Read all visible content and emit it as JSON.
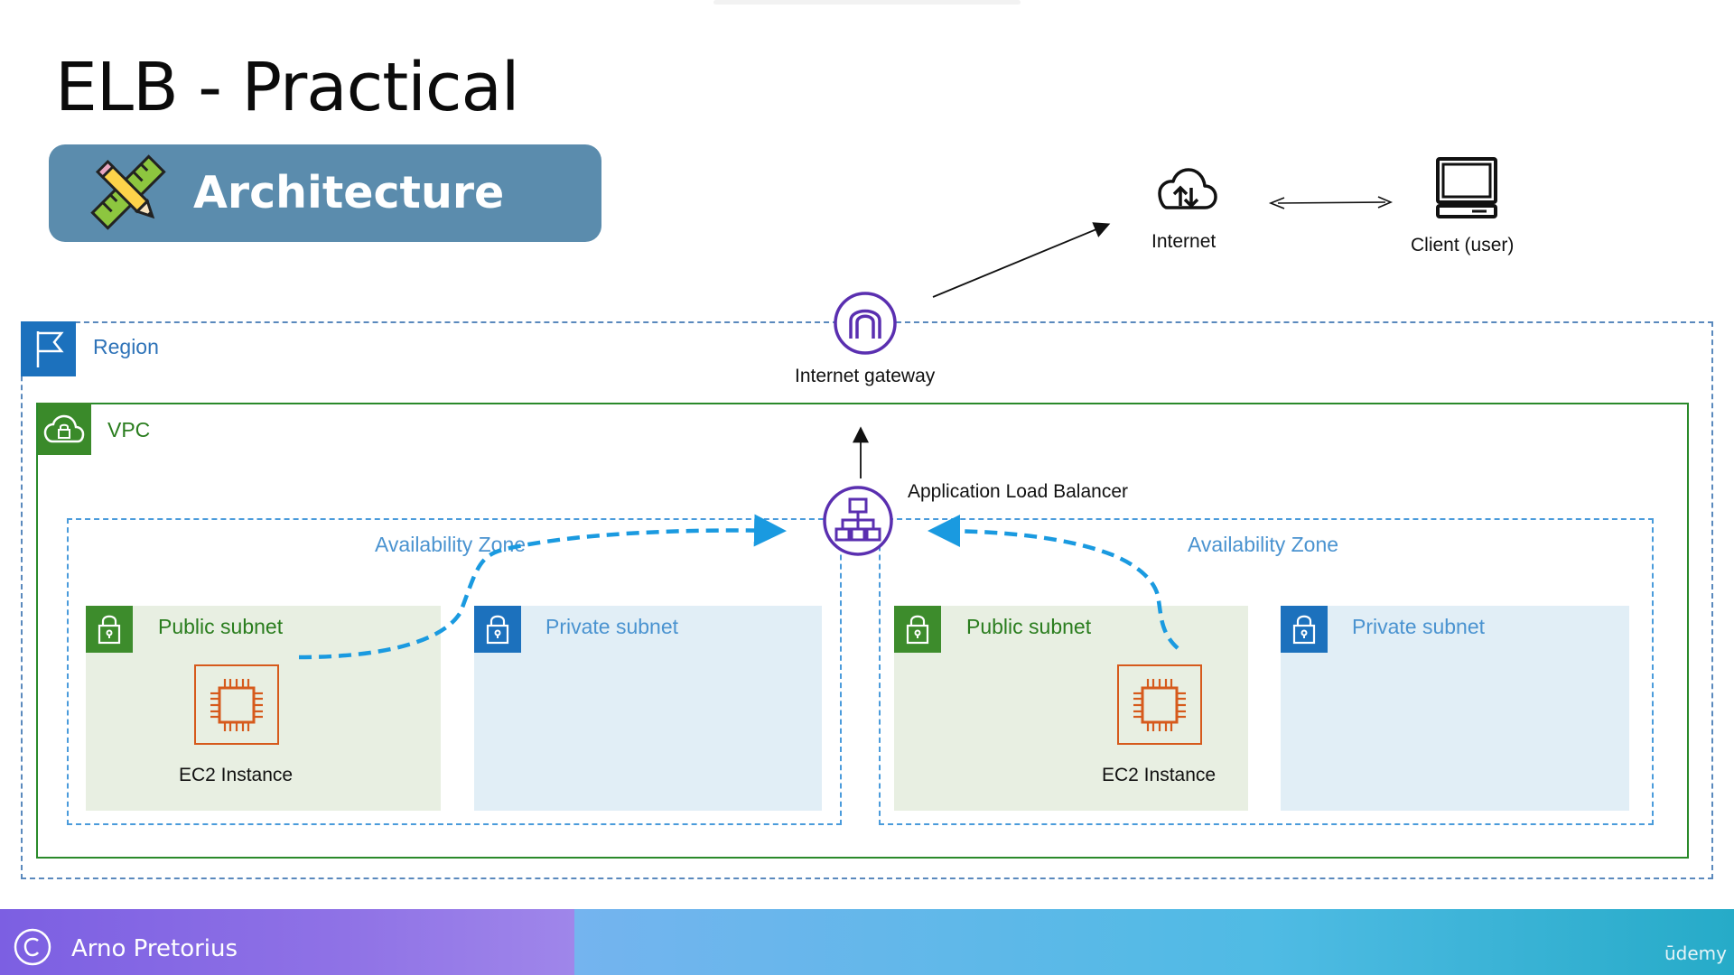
{
  "slide": {
    "title": "ELB - Practical",
    "section_label": "Architecture"
  },
  "diagram": {
    "internet_label": "Internet",
    "client_label": "Client (user)",
    "internet_gateway_label": "Internet gateway",
    "region_label": "Region",
    "vpc_label": "VPC",
    "alb_label": "Application Load Balancer",
    "availability_zones": [
      {
        "label": "Availability Zone",
        "public_subnet_label": "Public subnet",
        "private_subnet_label": "Private subnet",
        "instance_label": "EC2 Instance"
      },
      {
        "label": "Availability Zone",
        "public_subnet_label": "Public subnet",
        "private_subnet_label": "Private subnet",
        "instance_label": "EC2 Instance"
      }
    ]
  },
  "footer": {
    "author": "Arno Pretorius",
    "brand": "ūdemy"
  },
  "colors": {
    "region_blue": "#1c71bd",
    "vpc_green": "#2a8a2a",
    "az_dash_blue": "#4a9bdb",
    "flow_arrow_blue": "#1a9ae0",
    "alb_purple": "#5a2fb0",
    "ec2_orange": "#d65a1c",
    "architecture_banner": "#5b8cad"
  }
}
